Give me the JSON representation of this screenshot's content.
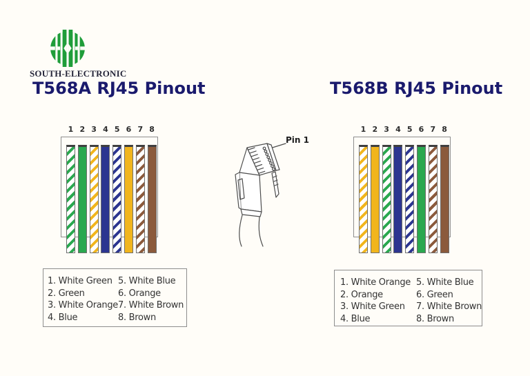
{
  "page": {
    "background": "#fffdf8"
  },
  "brand": {
    "name": "SOUTH-ELECTRONIC",
    "logo_green": "#1f9d3a"
  },
  "colors": {
    "title": "#1a1a6d",
    "green": "#2aa84f",
    "orange": "#f1b51d",
    "blue": "#2c3590",
    "brown": "#8b5a3c",
    "wire_white": "#ffffff"
  },
  "connector": {
    "pin_label": "Pin 1"
  },
  "diagrams": [
    {
      "id": "t568a",
      "title": "T568A RJ45 Pinout",
      "pins": [
        "1",
        "2",
        "3",
        "4",
        "5",
        "6",
        "7",
        "8"
      ],
      "wires": [
        {
          "style": "striped",
          "color": "green"
        },
        {
          "style": "solid",
          "color": "green"
        },
        {
          "style": "striped",
          "color": "orange"
        },
        {
          "style": "solid",
          "color": "blue"
        },
        {
          "style": "striped",
          "color": "blue"
        },
        {
          "style": "solid",
          "color": "orange"
        },
        {
          "style": "striped",
          "color": "brown"
        },
        {
          "style": "solid",
          "color": "brown"
        }
      ],
      "legend_left": [
        "1. White Green",
        "2. Green",
        "3. White Orange",
        "4. Blue"
      ],
      "legend_right": [
        "5. White Blue",
        "6. Orange",
        "7. White Brown",
        "8. Brown"
      ]
    },
    {
      "id": "t568b",
      "title": "T568B RJ45 Pinout",
      "pins": [
        "1",
        "2",
        "3",
        "4",
        "5",
        "6",
        "7",
        "8"
      ],
      "wires": [
        {
          "style": "striped",
          "color": "orange"
        },
        {
          "style": "solid",
          "color": "orange"
        },
        {
          "style": "striped",
          "color": "green"
        },
        {
          "style": "solid",
          "color": "blue"
        },
        {
          "style": "striped",
          "color": "blue"
        },
        {
          "style": "solid",
          "color": "green"
        },
        {
          "style": "striped",
          "color": "brown"
        },
        {
          "style": "solid",
          "color": "brown"
        }
      ],
      "legend_left": [
        "1. White Orange",
        "2. Orange",
        "3. White Green",
        "4. Blue"
      ],
      "legend_right": [
        "5. White Blue",
        "6. Green",
        "7. White Brown",
        "8. Brown"
      ]
    }
  ]
}
